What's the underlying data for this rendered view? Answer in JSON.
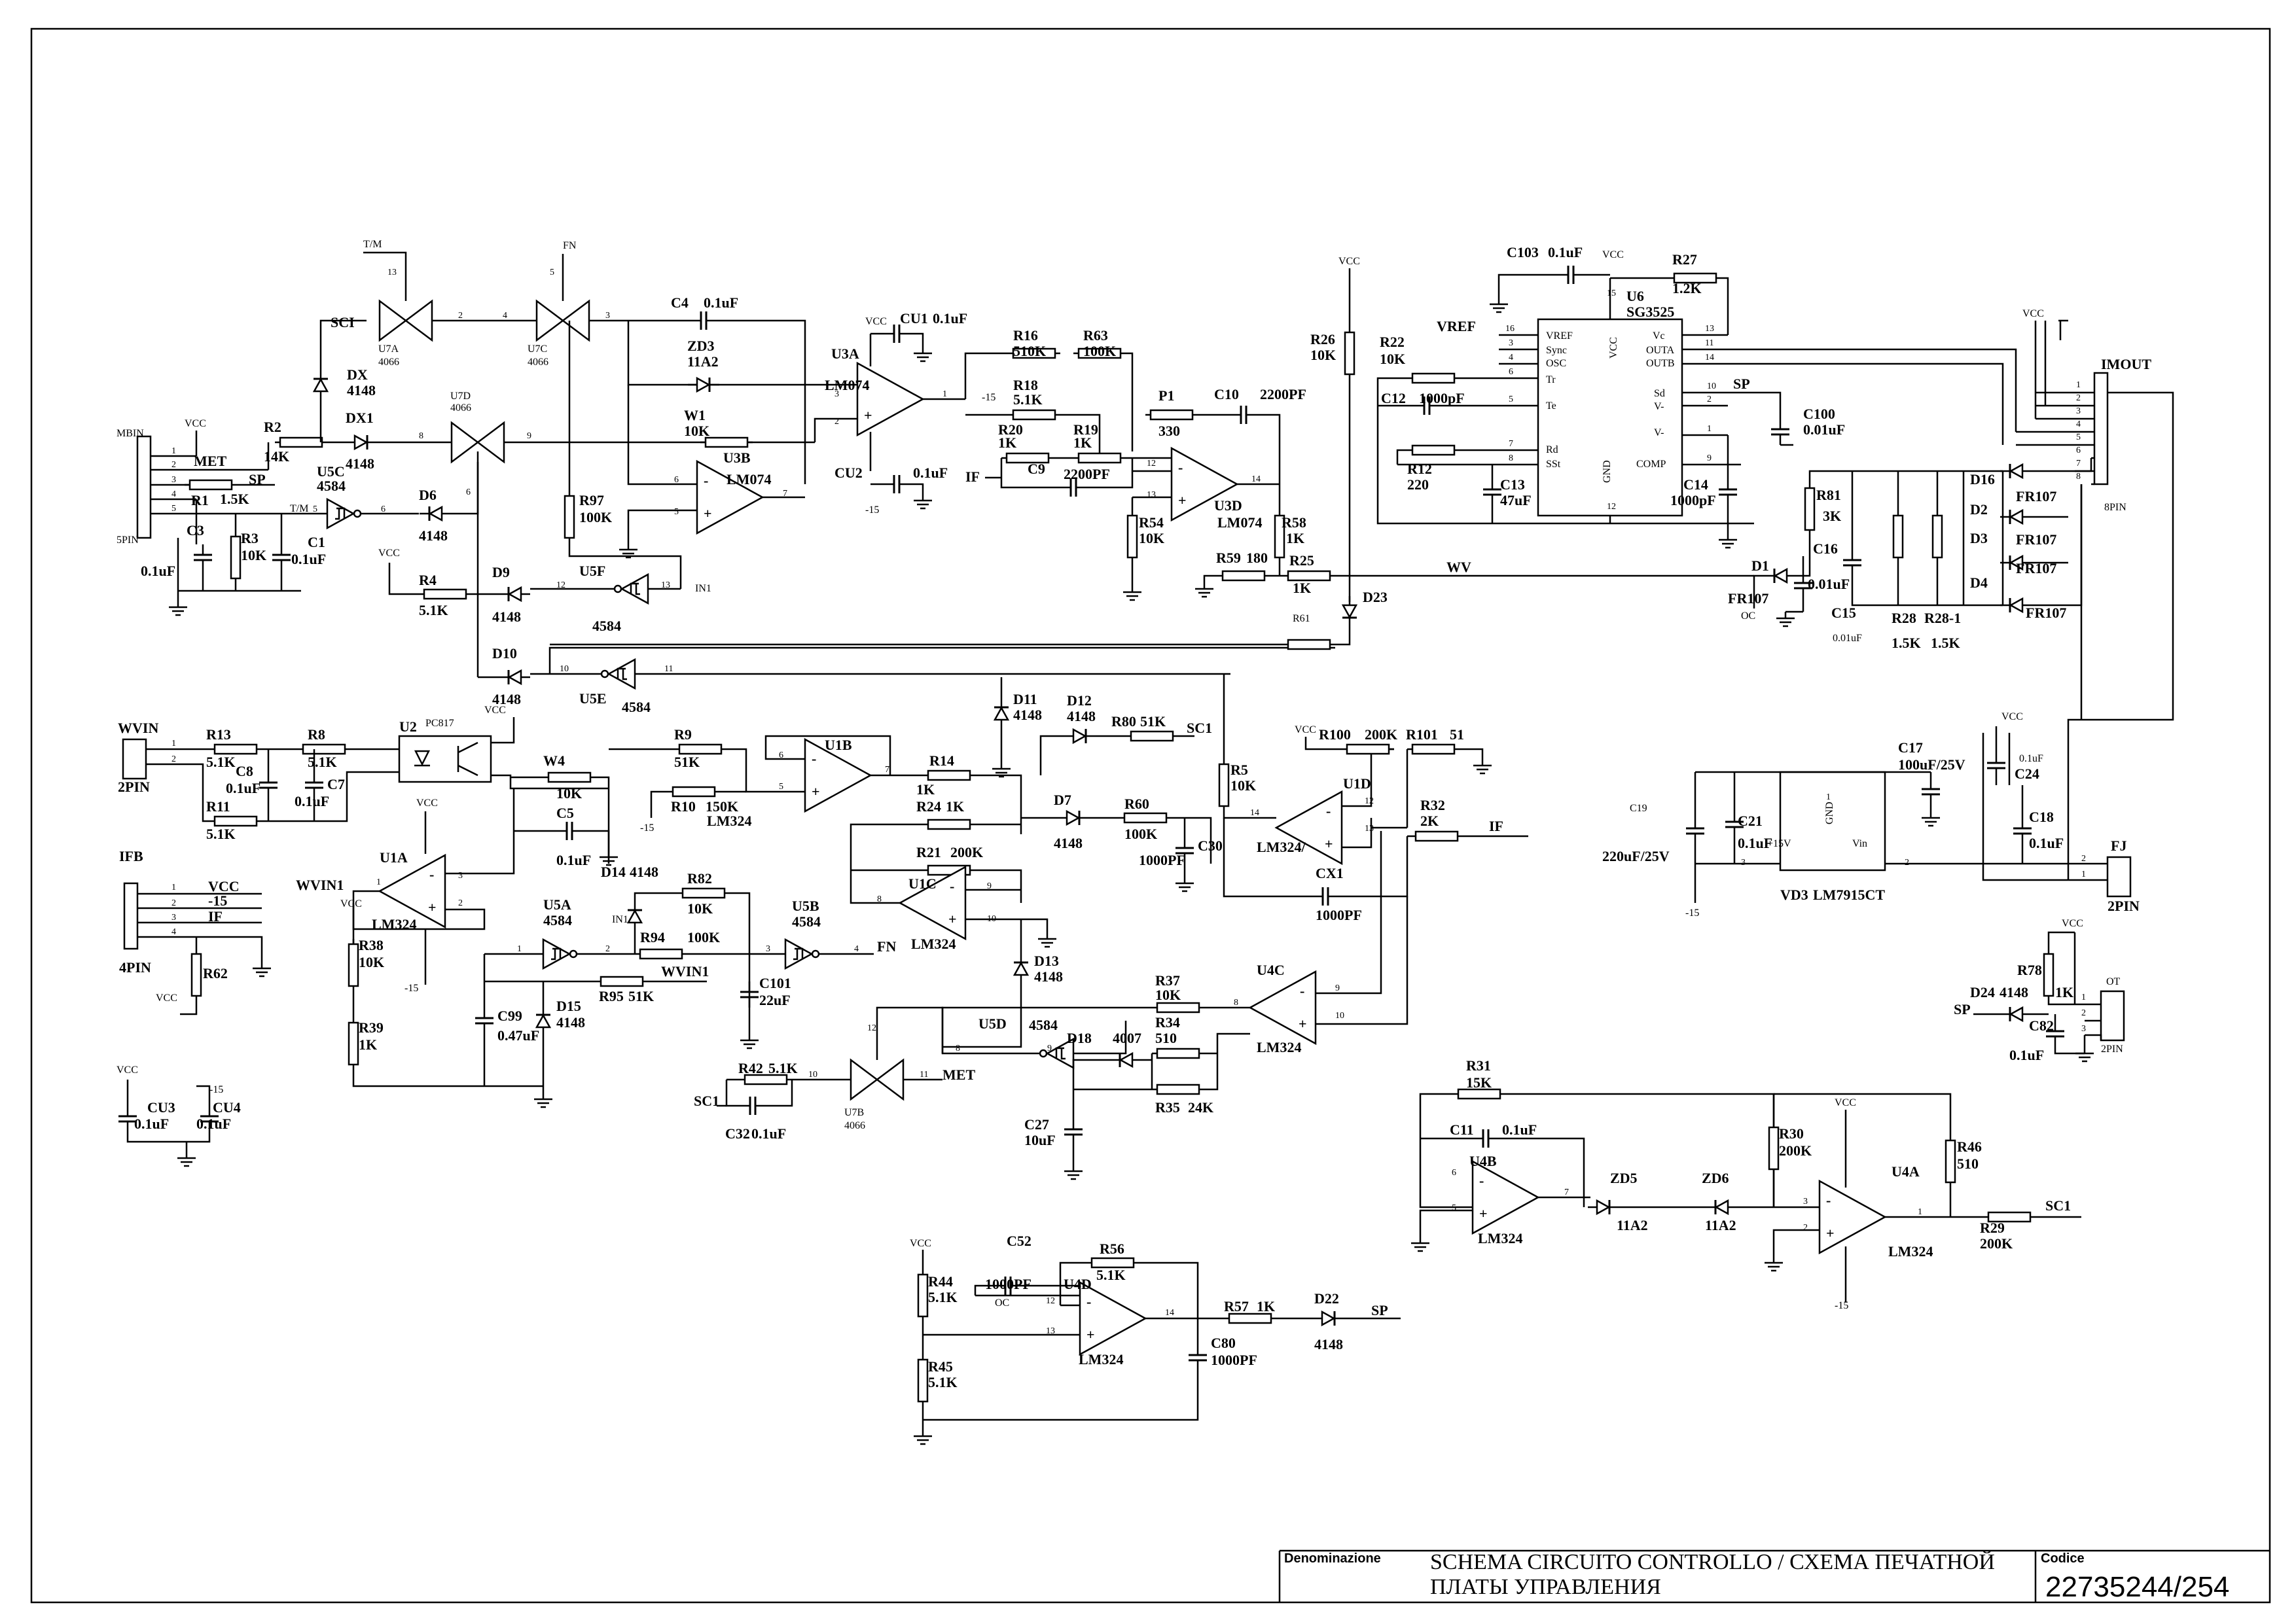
{
  "title_block": {
    "denominazione_label": "Denominazione",
    "title_line1": "SCHEMA CIRCUITO CONTROLLO / СХЕМА ПЕЧАТНОЙ",
    "title_line2": "ПЛАТЫ УПРАВЛЕНИЯ",
    "codice_label": "Codice",
    "code": "22735244/254"
  },
  "connectors": {
    "mbin": "MBIN",
    "mbin_type": "5PIN",
    "wvin": "WVIN",
    "wvin_type": "2PIN",
    "ifb": "IFB",
    "ifb_type": "4PIN",
    "imout": "IMOUT",
    "imout_type": "8PIN",
    "fj": "FJ",
    "fj_type": "2PIN",
    "ot": "OT",
    "ot_type": "2PIN"
  },
  "nets": {
    "vcc": "VCC",
    "m15": "-15",
    "met": "MET",
    "sp": "SP",
    "tm": "T/M",
    "fn": "FN",
    "sc1": "SC1",
    "if": "IF",
    "wv": "WV",
    "in1": "IN1",
    "oc": "OC",
    "vref": "VREF",
    "wvin1": "WVIN1",
    "p15v": "+15V",
    "sci": "SCI"
  },
  "parts": {
    "u6": "U6",
    "sg3525": "SG3525",
    "u3a": "U3A",
    "u3b": "U3B",
    "u3d": "U3D",
    "lm074": "LM074",
    "u1a": "U1A",
    "u1b": "U1B",
    "u1c": "U1C",
    "u1d": "U1D",
    "u4a": "U4A",
    "u4b": "U4B",
    "u4c": "U4C",
    "u4d": "U4D",
    "lm324": "LM324",
    "lm324s": "LM324/",
    "u5a": "U5A",
    "u5b": "U5B",
    "u5c": "U5C",
    "u5d": "U5D",
    "u5e": "U5E",
    "u5f": "U5F",
    "cd4584": "4584",
    "u7a": "U7A",
    "u7b": "U7B",
    "u7c": "U7C",
    "u7d": "U7D",
    "cd4066": "4066",
    "u2": "U2",
    "pc817": "PC817",
    "vd3": "VD3",
    "lm7915": "LM7915CT",
    "r1": "R1",
    "r1v": "1.5K",
    "r2": "R2",
    "r2v": "14K",
    "r3": "R3",
    "r3v": "10K",
    "r4": "R4",
    "r4v": "5.1K",
    "r97": "R97",
    "r97v": "100K",
    "r16": "R16",
    "r16v": "510K",
    "r63": "R63",
    "r63v": "100K",
    "r18": "R18",
    "r18v": "5.1K",
    "r20": "R20",
    "r20v": "1K",
    "r19": "R19",
    "r19v": "1K",
    "r54": "R54",
    "r54v": "10K",
    "r58": "R58",
    "r58v": "1K",
    "r59": "R59",
    "r59v": "180",
    "r25": "R25",
    "r25v": "1K",
    "r26": "R26",
    "r26v": "10K",
    "r61": "R61",
    "r22": "R22",
    "r22v": "10K",
    "r12": "R12",
    "r12v": "220",
    "r27": "R27",
    "r27v": "1.2K",
    "r81": "R81",
    "r81v": "3K",
    "r28": "R28",
    "r281": "R28-1",
    "r28v": "1.5K",
    "r13": "R13",
    "r13v": "5.1K",
    "r8": "R8",
    "r8v": "5.1K",
    "r11": "R11",
    "r11v": "5.1K",
    "r9": "R9",
    "r9v": "51K",
    "r10": "R10",
    "r10v": "150K",
    "r14": "R14",
    "r14v": "1K",
    "r24": "R24",
    "r24v": "1K",
    "r21": "R21",
    "r21v": "200K",
    "r80": "R80",
    "r80v": "51K",
    "r5": "R5",
    "r5v": "10K",
    "r100": "R100",
    "r100v": "200K",
    "r101": "R101",
    "r101v": "51",
    "r60": "R60",
    "r60v": "100K",
    "r32": "R32",
    "r32v": "2K",
    "r38": "R38",
    "r38v": "10K",
    "r39": "R39",
    "r39v": "1K",
    "r82": "R82",
    "r82v": "10K",
    "r94": "R94",
    "r94v": "100K",
    "r95": "R95",
    "r95v": "51K",
    "r62": "R62",
    "r42": "R42",
    "r42v": "5.1K",
    "r37": "R37",
    "r37v": "10K",
    "r34": "R34",
    "r34v": "510",
    "r35": "R35",
    "r35v": "24K",
    "r31": "R31",
    "r31v": "15K",
    "r30": "R30",
    "r30v": "200K",
    "r46": "R46",
    "r46v": "510",
    "r29": "R29",
    "r29v": "200K",
    "r44": "R44",
    "r44v": "5.1K",
    "r45": "R45",
    "r45v": "5.1K",
    "r56": "R56",
    "r56v": "5.1K",
    "r57": "R57",
    "r57v": "1K",
    "r78": "R78",
    "r78v": "1K",
    "w1": "W1",
    "w1v": "10K",
    "w4": "W4",
    "w4v": "10K",
    "p1": "P1",
    "p1v": "330",
    "c1": "C1",
    "c1v": "0.1uF",
    "c3": "C3",
    "c3v": "0.1uF",
    "c4": "C4",
    "c4v": "0.1uF",
    "cu1": "CU1",
    "cu1v": "0.1uF",
    "cu2": "CU2",
    "cu2v": "0.1uF",
    "cu3": "CU3",
    "cu4": "CU4",
    "c9": "C9",
    "c9v": "2200PF",
    "c10": "C10",
    "c10v": "2200PF",
    "c103": "C103",
    "c103v": "0.1uF",
    "c12": "C12",
    "c12v": "1000pF",
    "c13": "C13",
    "c13v": "47uF",
    "c14": "C14",
    "c14v": "1000pF",
    "c100": "C100",
    "c100v": "0.01uF",
    "c16": "C16",
    "c16v": "0.01uF",
    "c15": "C15",
    "c15v": "0.01uF",
    "c8": "C8",
    "c8v": "0.1uF",
    "c7": "C7",
    "c7v": "0.1uF",
    "c5": "C5",
    "c5v": "0.1uF",
    "c30": "C30",
    "c30v": "1000PF",
    "cx1": "CX1",
    "cx1v": "1000PF",
    "c99": "C99",
    "c99v": "0.47uF",
    "c101": "C101",
    "c101v": "22uF",
    "c32": "C32",
    "c32v": "0.1uF",
    "c27": "C27",
    "c27v": "10uF",
    "c11": "C11",
    "c11v": "0.1uF",
    "c52": "C52",
    "c52v": "1000PF",
    "c80": "C80",
    "c80v": "1000PF",
    "c17": "C17",
    "c17v": "100uF/25V",
    "c24": "C24",
    "c24v": "0.1uF",
    "c18": "C18",
    "c18v": "0.1uF",
    "c19": "C19",
    "c19v": "220uF/25V",
    "c21": "C21",
    "c21v": "0.1uF",
    "c82": "C82",
    "c82v": "0.1uF",
    "dx": "DX",
    "dx1": "DX1",
    "d6": "D6",
    "d9": "D9",
    "d10": "D10",
    "d4148": "4148",
    "zd3": "ZD3",
    "zd3v": "11A2",
    "d16": "D16",
    "d2": "D2",
    "d3": "D3",
    "d4": "D4",
    "fr107": "FR107",
    "d1": "D1",
    "d23": "D23",
    "d11": "D11",
    "d12": "D12",
    "d7": "D7",
    "d14": "D14",
    "d15": "D15",
    "d13": "D13",
    "d18": "D18",
    "d4007": "4007",
    "zd5": "ZD5",
    "zd6": "ZD6",
    "zd56v": "11A2",
    "d22": "D22",
    "d24": "D24"
  }
}
